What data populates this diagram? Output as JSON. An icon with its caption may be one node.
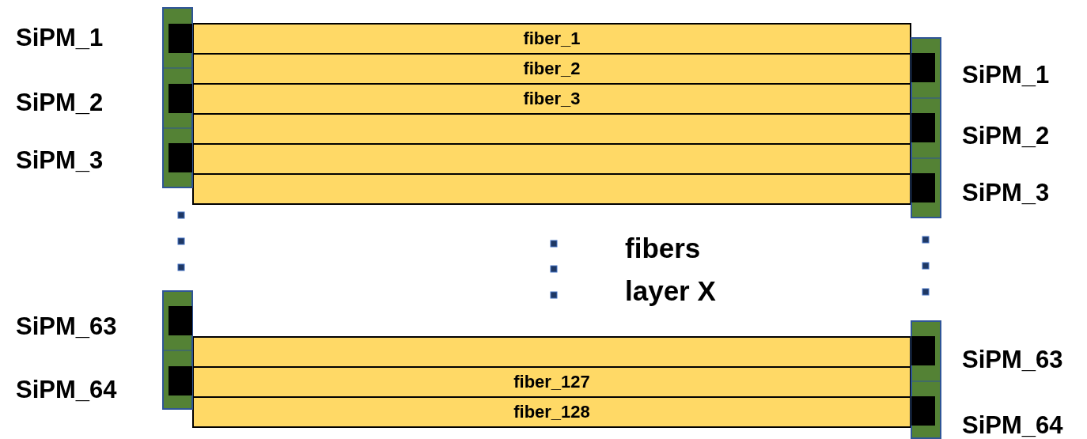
{
  "diagram": {
    "nodes": [
      {
        "text": [
          "fiber_1"
        ]
      },
      {
        "text": [
          "fiber_2"
        ]
      },
      {
        "text": [
          "fiber_3"
        ]
      },
      {
        "text": [],
        "shape": "bar"
      },
      {
        "text": [],
        "shape": "bar"
      },
      {
        "text": [],
        "shape": "bar"
      },
      {
        "text": [],
        "shape": "bar"
      },
      {
        "text": [
          "fiber_127"
        ]
      },
      {
        "text": [
          "fiber_128"
        ]
      }
    ],
    "labels": [
      "SiPM_1",
      "SiPM_1",
      "SiPM_2",
      "SiPM_2",
      "SiPM_3",
      "SiPM_3",
      "fibers layer X",
      "SiPM_63",
      "SiPM_63",
      "SiPM_64",
      "SiPM_64"
    ]
  }
}
